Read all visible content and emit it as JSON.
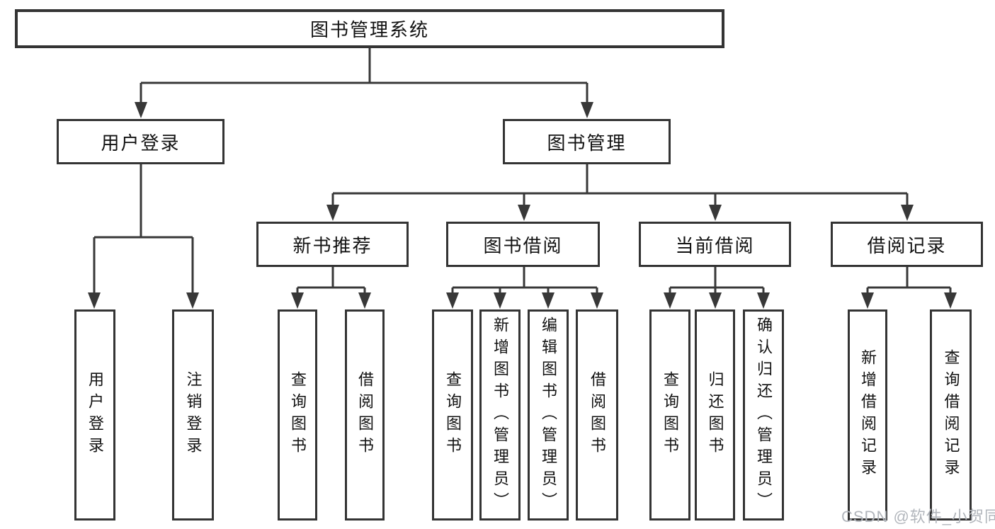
{
  "tree": {
    "root": {
      "label": "图书管理系统"
    },
    "level2": [
      {
        "label": "用户登录"
      },
      {
        "label": "图书管理"
      }
    ],
    "level3": [
      {
        "label": "新书推荐",
        "parent": "图书管理"
      },
      {
        "label": "图书借阅",
        "parent": "图书管理"
      },
      {
        "label": "当前借阅",
        "parent": "图书管理"
      },
      {
        "label": "借阅记录",
        "parent": "图书管理"
      }
    ],
    "leaves": [
      {
        "label": "用户登录",
        "parent": "用户登录"
      },
      {
        "label": "注销登录",
        "parent": "用户登录"
      },
      {
        "label": "查询图书",
        "parent": "新书推荐"
      },
      {
        "label": "借阅图书",
        "parent": "新书推荐"
      },
      {
        "label": "查询图书",
        "parent": "图书借阅"
      },
      {
        "label": "新增图书（管理员）",
        "parent": "图书借阅"
      },
      {
        "label": "编辑图书（管理员）",
        "parent": "图书借阅"
      },
      {
        "label": "借阅图书",
        "parent": "图书借阅"
      },
      {
        "label": "查询图书",
        "parent": "当前借阅"
      },
      {
        "label": "归还图书",
        "parent": "当前借阅"
      },
      {
        "label": "确认归还（管理员）",
        "parent": "当前借阅"
      },
      {
        "label": "新增借阅记录",
        "parent": "借阅记录"
      },
      {
        "label": "查询借阅记录",
        "parent": "借阅记录"
      }
    ]
  },
  "watermark": "CSDN @软件_小贺同学",
  "colors": {
    "line": "#383838",
    "text": "#121212",
    "watermark": "#b2b6bc",
    "background": "#ffffff"
  }
}
